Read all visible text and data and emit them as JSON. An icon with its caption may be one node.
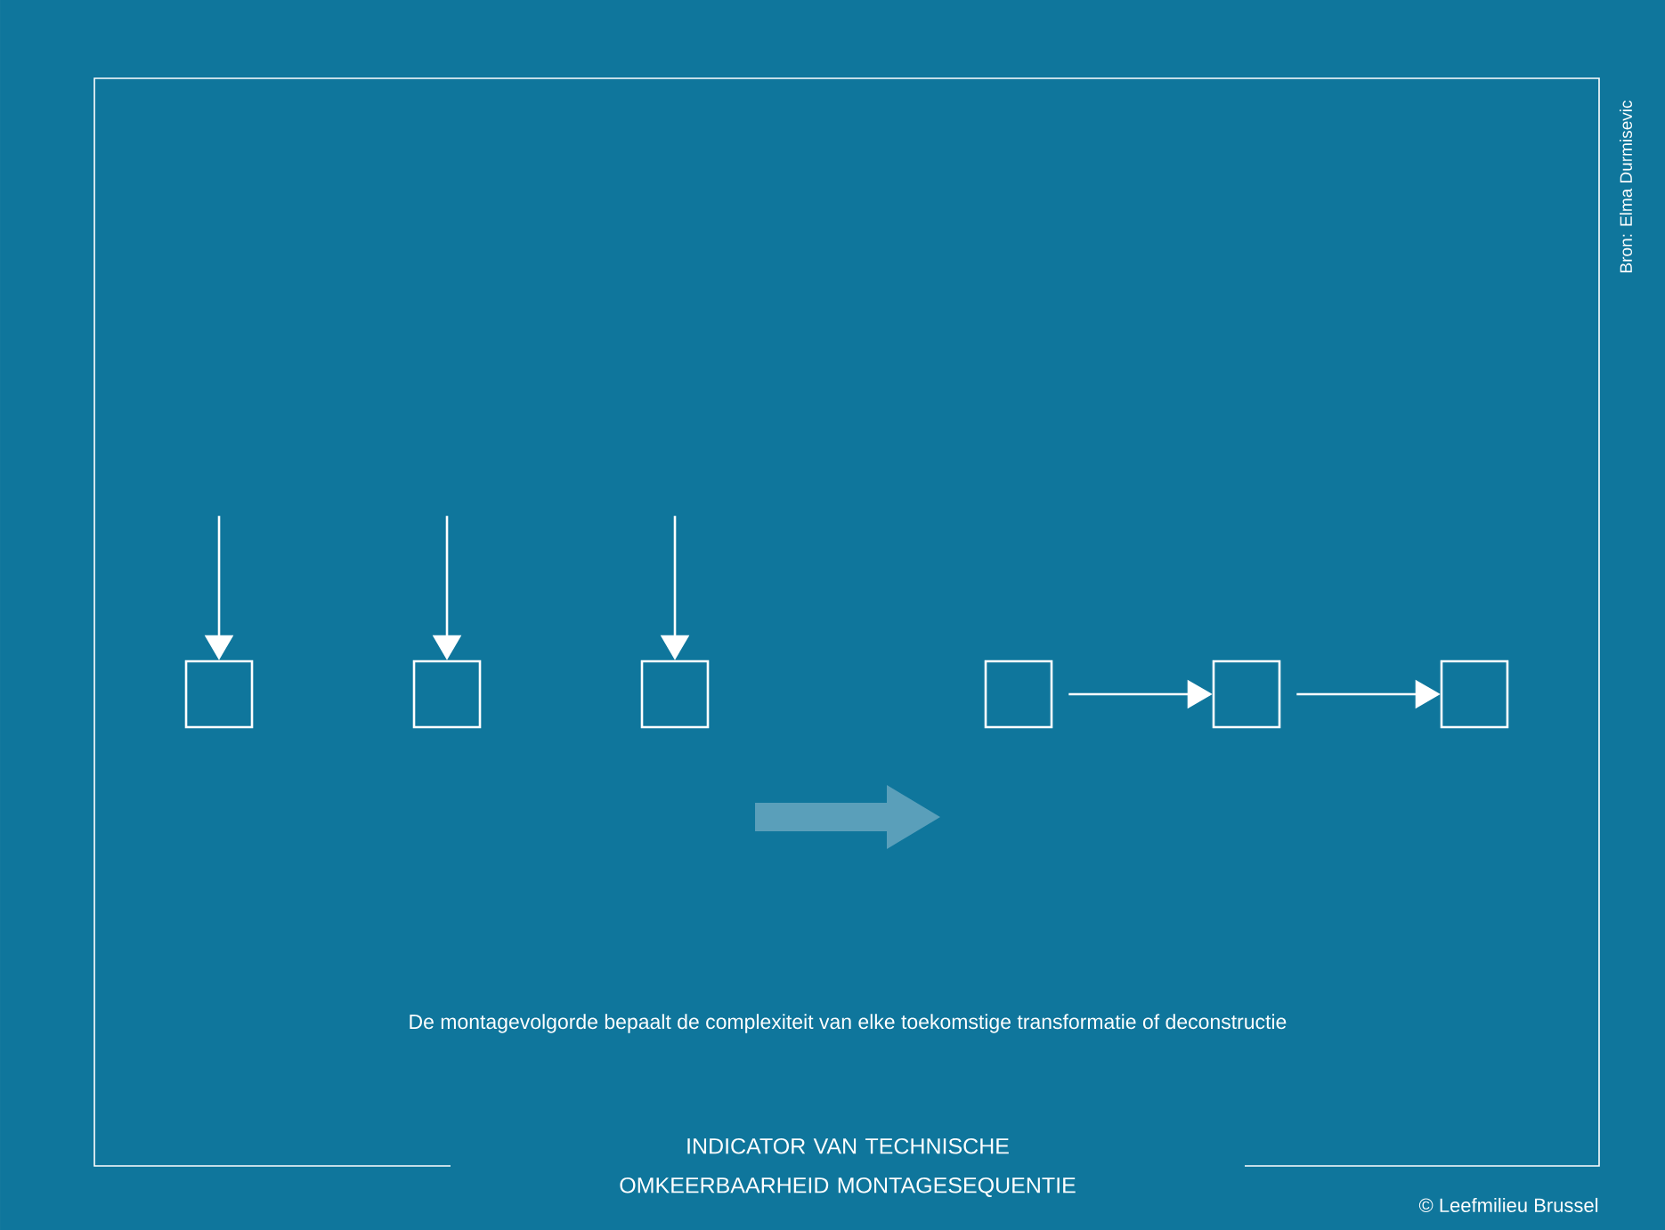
{
  "diagram": {
    "title": "INDICATOR VAN TECHNISCHE OMKEERBAARHEID MONTAGESEQUENTIE",
    "nodes": [
      {
        "text": [],
        "shape": "box"
      },
      {
        "text": [],
        "shape": "box"
      },
      {
        "text": [],
        "shape": "box"
      },
      {
        "text": [],
        "shape": "box"
      },
      {
        "text": [],
        "shape": "box"
      },
      {
        "text": [],
        "shape": "box"
      }
    ],
    "edges": [
      {
        "from": null,
        "to": 0,
        "arrow": "to"
      },
      {
        "from": null,
        "to": 1,
        "arrow": "to"
      },
      {
        "from": null,
        "to": 2,
        "arrow": "to"
      },
      {
        "from": 3,
        "to": 4,
        "arrow": "to"
      },
      {
        "from": 4,
        "to": 5,
        "arrow": "to"
      }
    ],
    "labels": [
      "Bron: Elma Durmisevic",
      "De montagevolgorde bepaalt de complexiteit van elke toekomstige transformatie of deconstructie",
      "© Leefmilieu Brussel"
    ]
  }
}
